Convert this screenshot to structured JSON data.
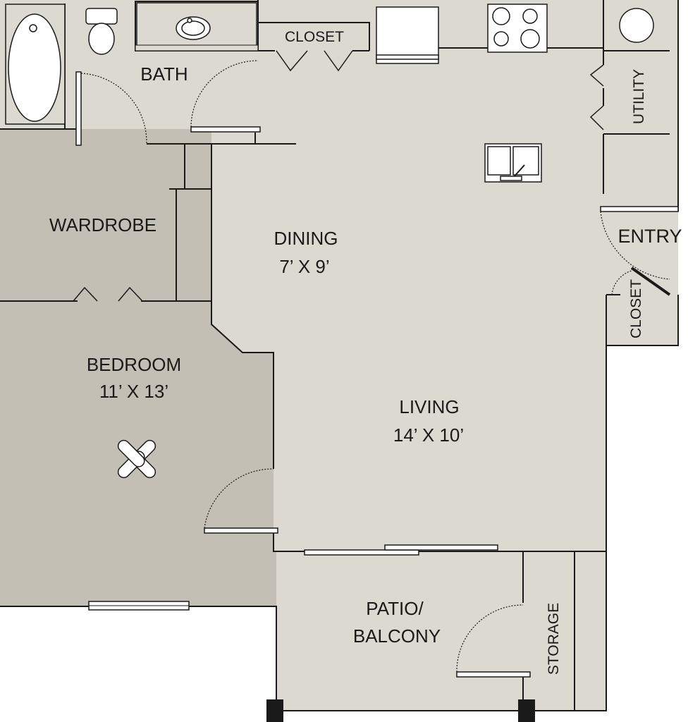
{
  "rooms": {
    "bath": {
      "name": "BATH"
    },
    "closet_top": {
      "name": "CLOSET"
    },
    "utility": {
      "name": "UTILITY"
    },
    "wardrobe": {
      "name": "WARDROBE"
    },
    "dining": {
      "name": "DINING",
      "size": "7’ X 9’"
    },
    "entry": {
      "name": "ENTRY"
    },
    "closet_entry": {
      "name": "CLOSET"
    },
    "bedroom": {
      "name": "BEDROOM",
      "size": "11’ X 13’"
    },
    "living": {
      "name": "LIVING",
      "size": "14’ X 10’"
    },
    "patio": {
      "name_line1": "PATIO/",
      "name_line2": "BALCONY"
    },
    "storage": {
      "name": "STORAGE"
    }
  },
  "colors": {
    "main_floor": "#dcd9d0",
    "bedroom_floor": "#c4bfb5",
    "wall": "#1a1a1a",
    "background": "#ffffff"
  },
  "icons": [
    "bathtub-icon",
    "toilet-icon",
    "sink-icon",
    "stove-icon",
    "water-heater-icon",
    "kitchen-sink-icon",
    "ceiling-fan-icon"
  ]
}
